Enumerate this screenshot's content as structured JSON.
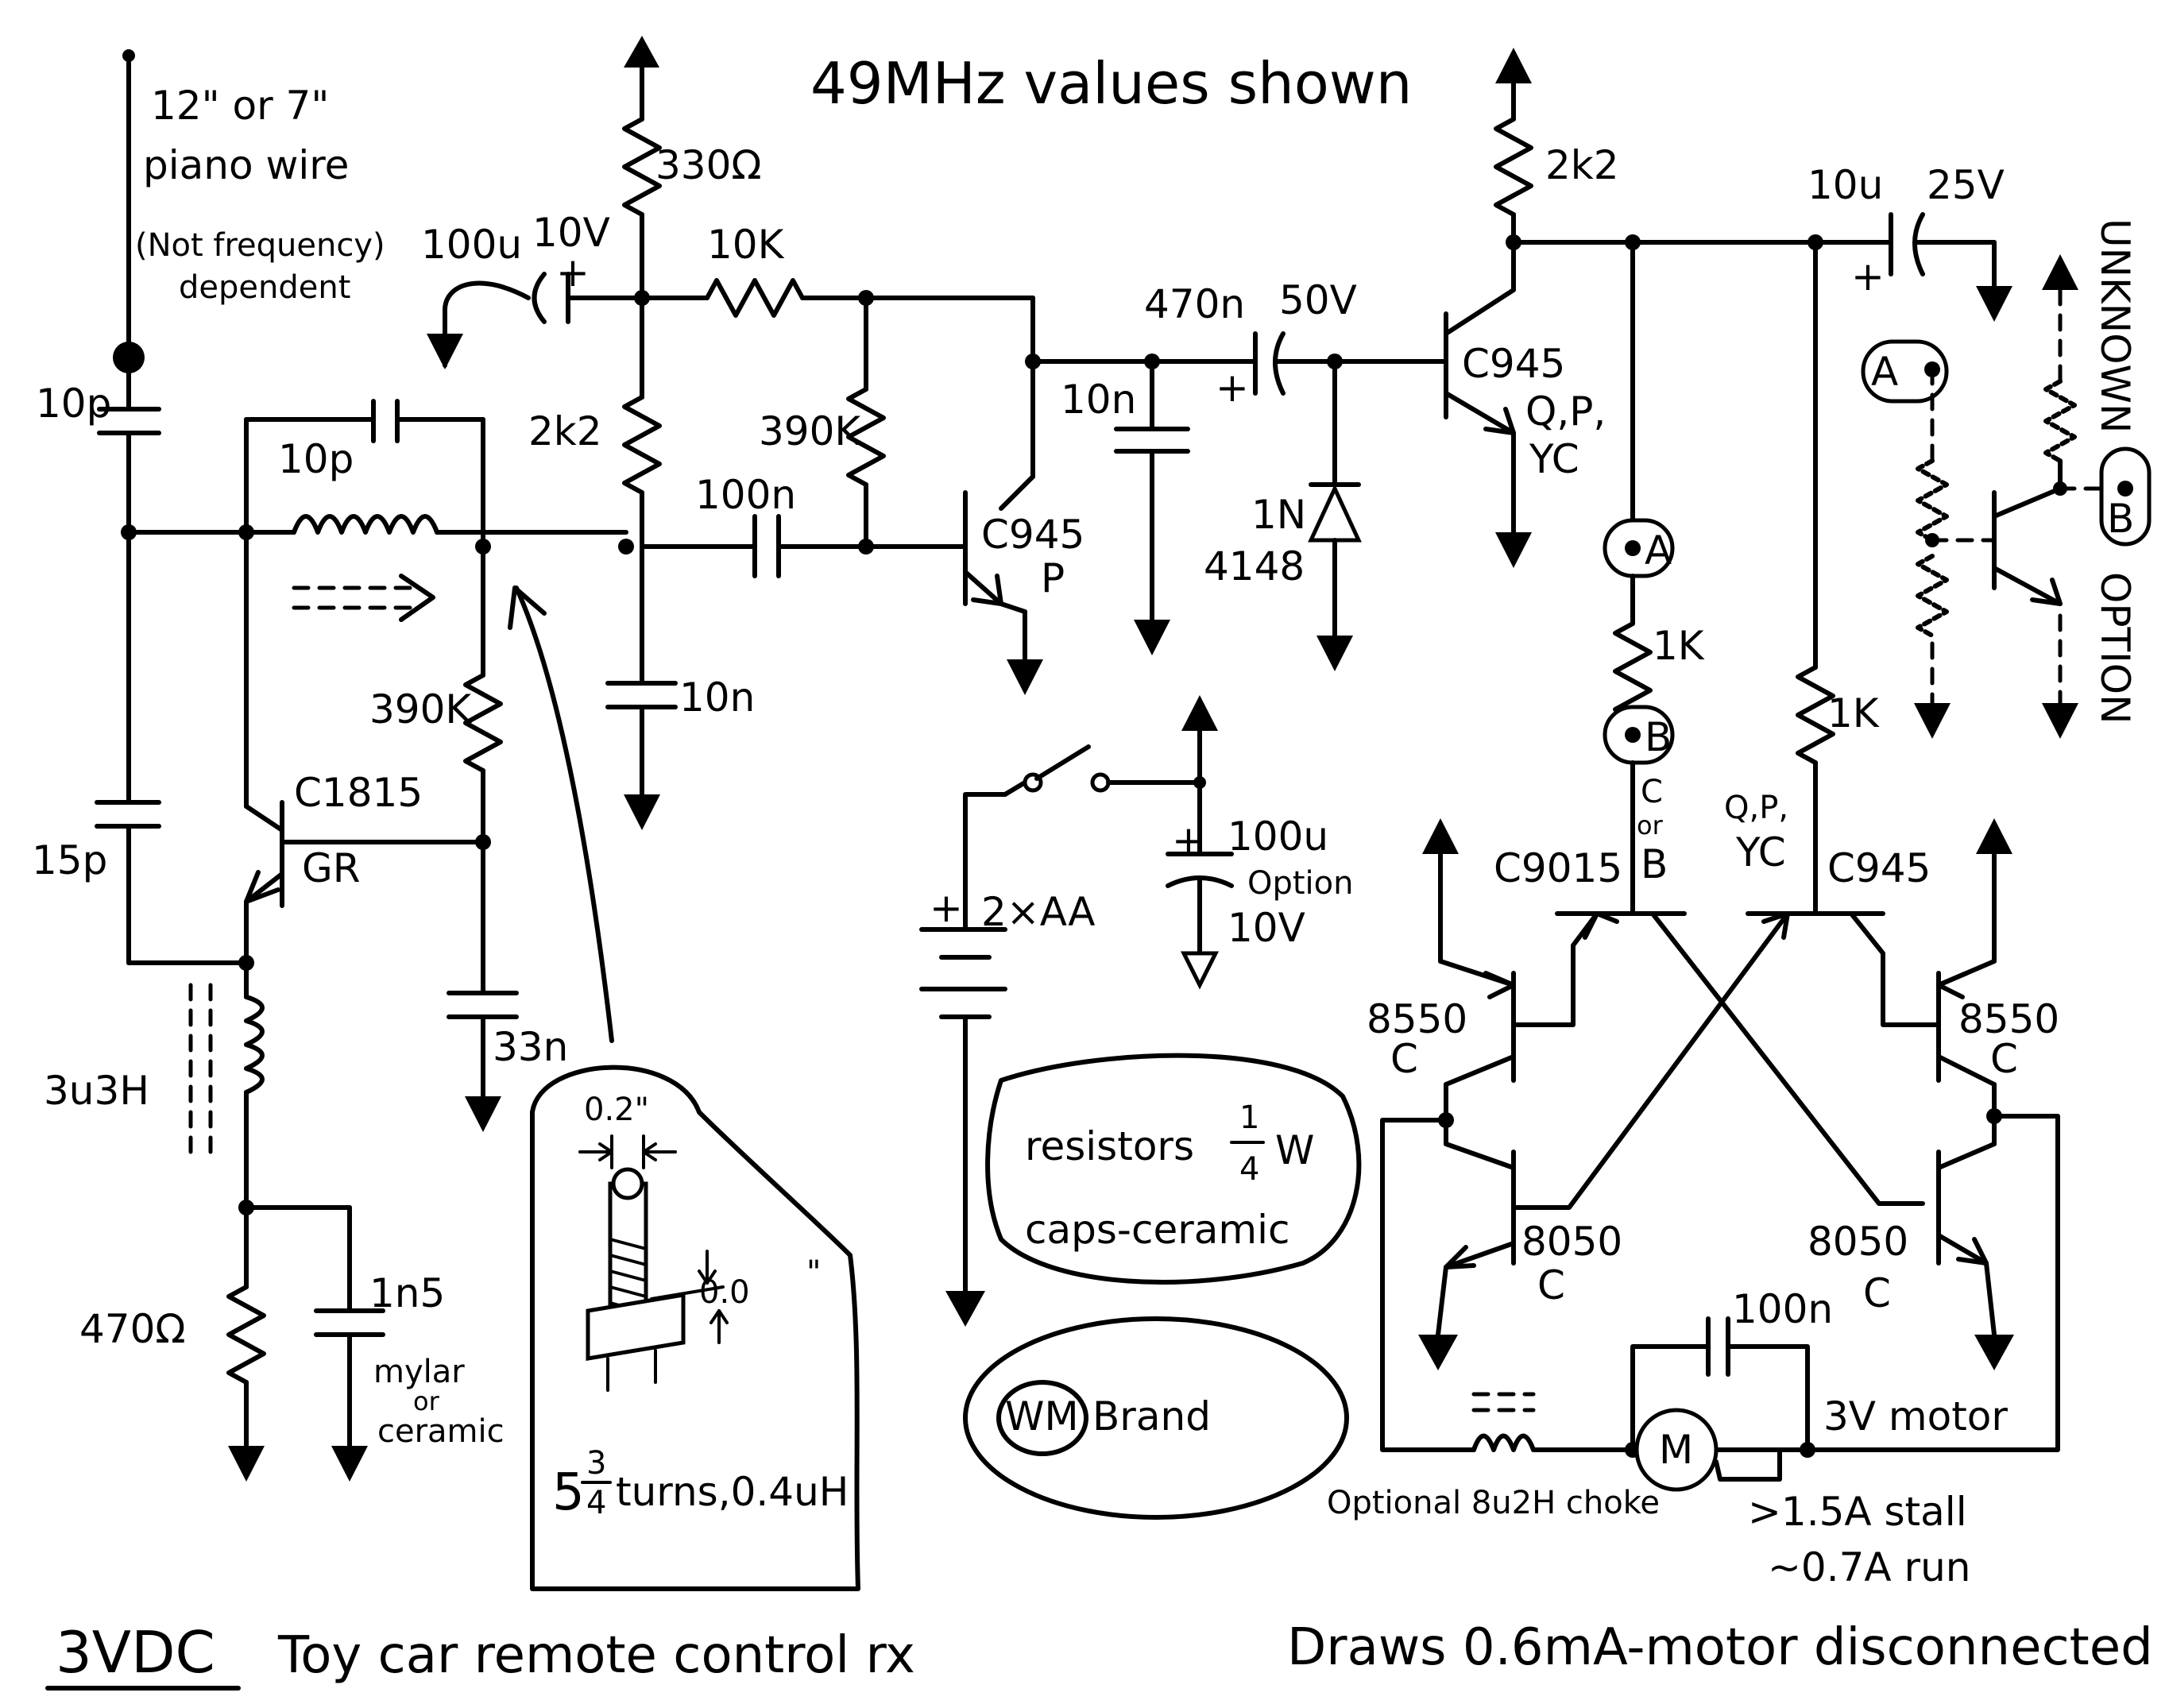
{
  "title": "49MHz values shown",
  "footer_left_underlined": "3VDC",
  "footer_left_text": "Toy car remote control rx",
  "footer_right": "Draws 0.6mA-motor disconnected",
  "antenna": {
    "length": "12\" or 7\"",
    "wire": "piano wire",
    "note_line1": "(Not frequency)",
    "note_line2": "dependent"
  },
  "labels": {
    "c_ant": "10p",
    "c_fb": "10p",
    "c_emit": "15p",
    "r_top": "330Ω",
    "c_100u": "100u",
    "c_100u_v": "10V",
    "plus": "+",
    "r_10k": "10K",
    "r_2k2_a": "2k2",
    "r_390k_a": "390K",
    "r_390k_b": "390K",
    "c_100n": "100n",
    "c_10n_a": "10n",
    "c_10n_b": "10n",
    "c_33n": "33n",
    "q1_name": "C1815",
    "q1_grade": "GR",
    "q2_name": "C945",
    "q2_grade": "P",
    "l_rfc": "3u3H",
    "r_470": "470Ω",
    "c_1n5": "1n5",
    "c_1n5_type": "mylar",
    "c_1n5_or": "or",
    "c_1n5_alt": "ceramic",
    "c_470n": "470n",
    "c_470n_v": "50V",
    "diode_a": "1N",
    "diode_b": "4148",
    "q3_name": "C945",
    "q3_grades": "Q,P,",
    "q3_grades2": "YC",
    "r_2k2_b": "2k2",
    "c_10u": "10u",
    "c_10u_v": "25V",
    "node_a": "A",
    "node_b": "B",
    "r_1k_a": "1K",
    "r_1k_b": "1K",
    "q_left_name": "C9015",
    "q_left_grade_a": "C",
    "q_left_grade_or": "or",
    "q_left_grade_b": "B",
    "q_right_grades": "Q,P,",
    "q_right_grades2": "YC",
    "q_right_name": "C945",
    "pnp_left": "8550",
    "pnp_left_g": "C",
    "pnp_right": "8550",
    "pnp_right_g": "C",
    "npn_left": "8050",
    "npn_left_g": "C",
    "npn_right": "8050",
    "npn_right_g": "C",
    "c_motor": "100n",
    "motor": "M",
    "motor_label": "3V motor",
    "choke": "Optional 8u2H choke",
    "stall": ">1.5A stall",
    "run": "~0.7A run",
    "battery": "2×AA",
    "c_bat": "100u",
    "c_bat_opt": "Option",
    "c_bat_v": "10V",
    "coil_dim": "0.2\"",
    "coil_offset": "0.0",
    "coil_quote": "\"",
    "coil_turns_whole": "5",
    "coil_turns_num": "3",
    "coil_turns_den": "4",
    "coil_turns_text": "turns,0.4uH",
    "note_res": "resistors",
    "note_res_num": "1",
    "note_res_den": "4",
    "note_res_w": "W",
    "note_caps": "caps-ceramic",
    "brand_logo": "WM",
    "brand": "Brand",
    "unknown": "UNKNOWN",
    "option": "OPTION"
  }
}
